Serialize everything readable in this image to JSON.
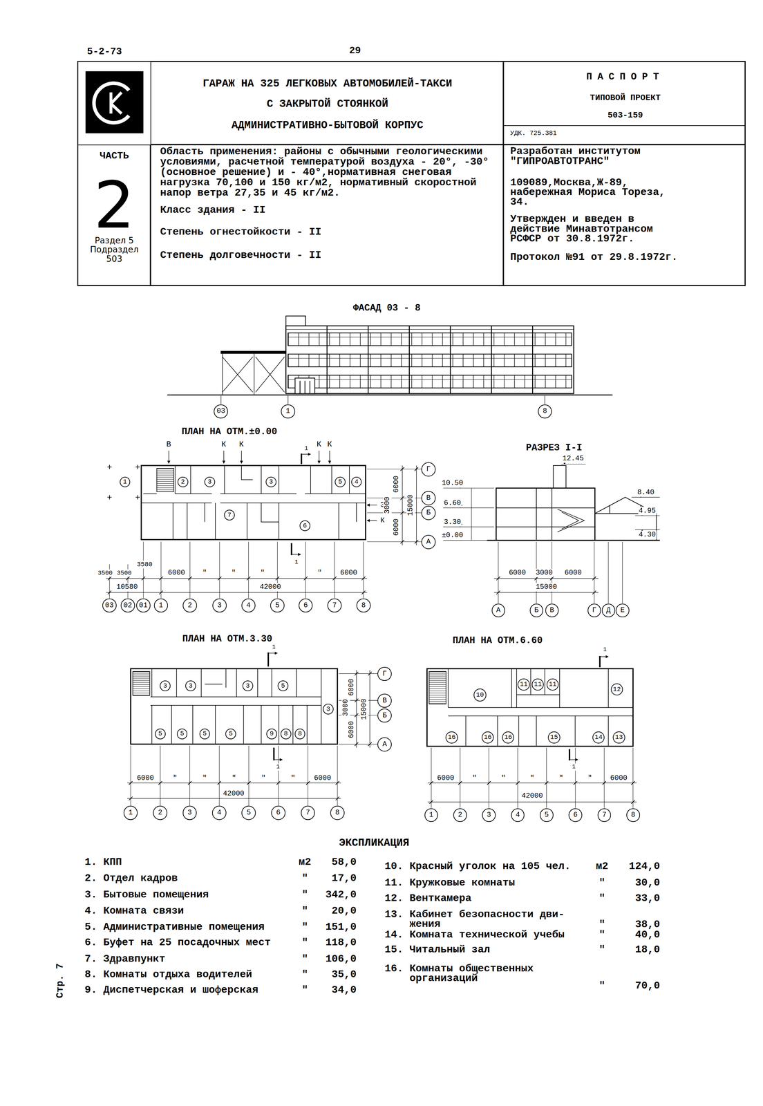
{
  "diagram": {
    "nodes": [
      {
        "text": [
          "ГАРАЖ НА 325 ЛЕГКОВЫХ АВТОМОБИЛЕЙ-ТАКСИ",
          "С ЗАКРЫТОЙ СТОЯНКОЙ",
          "АДМИНИСТРАТИВНО-БЫТОВОЙ КОРПУС"
        ]
      },
      {
        "text": [
          "ПАСПОРТ",
          "ТИПОВОЙ ПРОЕКТ",
          "503-159",
          "УДК. 725.381"
        ]
      },
      {
        "text": [
          "ЧАСТЬ",
          "2",
          "Раздел 5 Подраздел 503"
        ]
      },
      {
        "text": [
          "Область применения: районы с обычными геологическими условиями, расчетной температурой воздуха - 20°, -30° (основное решение) и - 40°,нормативная снеговая нагрузка 70,100 и 150 кг/м2, нормативный скоростной напор ветра 27,35 и 45 кг/м2.",
          "Класс здания - II",
          "Степень огнестойкости - II",
          "Степень долговечности - II"
        ]
      },
      {
        "text": [
          "Разработан институтом \"ГИПРОАВТОТРАНС\"",
          "109089,Москва,Ж-89, набережная Мориса Тореза, 34.",
          "Утвержден и введен в действие Минавтотрансом РСФСР от 30.8.1972г.",
          "Протокол №91 от 29.8.1972г."
        ]
      },
      {
        "text": [
          "03"
        ]
      },
      {
        "text": [
          "1"
        ]
      },
      {
        "text": [
          "8"
        ]
      },
      {
        "text": [
          "03"
        ]
      },
      {
        "text": [
          "02"
        ]
      },
      {
        "text": [
          "01"
        ]
      },
      {
        "text": [
          "1"
        ]
      },
      {
        "text": [
          "2"
        ]
      },
      {
        "text": [
          "3"
        ]
      },
      {
        "text": [
          "4"
        ]
      },
      {
        "text": [
          "5"
        ]
      },
      {
        "text": [
          "6"
        ]
      },
      {
        "text": [
          "7"
        ]
      },
      {
        "text": [
          "8"
        ]
      },
      {
        "text": [
          "Г"
        ]
      },
      {
        "text": [
          "В"
        ]
      },
      {
        "text": [
          "Б"
        ]
      },
      {
        "text": [
          "А"
        ]
      },
      {
        "text": [
          "1"
        ]
      },
      {
        "text": [
          "2"
        ]
      },
      {
        "text": [
          "3"
        ]
      },
      {
        "text": [
          "3"
        ]
      },
      {
        "text": [
          "5"
        ]
      },
      {
        "text": [
          "4"
        ]
      },
      {
        "text": [
          "7"
        ]
      },
      {
        "text": [
          "6"
        ]
      },
      {
        "text": [
          "А"
        ]
      },
      {
        "text": [
          "Б"
        ]
      },
      {
        "text": [
          "В"
        ]
      },
      {
        "text": [
          "Г"
        ]
      },
      {
        "text": [
          "Д"
        ]
      },
      {
        "text": [
          "Е"
        ]
      },
      {
        "text": [
          "3"
        ]
      },
      {
        "text": [
          "3"
        ]
      },
      {
        "text": [
          "3"
        ]
      },
      {
        "text": [
          "5"
        ]
      },
      {
        "text": [
          "3"
        ]
      },
      {
        "text": [
          "5"
        ]
      },
      {
        "text": [
          "5"
        ]
      },
      {
        "text": [
          "5"
        ]
      },
      {
        "text": [
          "5"
        ]
      },
      {
        "text": [
          "9"
        ]
      },
      {
        "text": [
          "8"
        ]
      },
      {
        "text": [
          "8"
        ]
      },
      {
        "text": [
          "Г"
        ]
      },
      {
        "text": [
          "В"
        ]
      },
      {
        "text": [
          "Б"
        ]
      },
      {
        "text": [
          "А"
        ]
      },
      {
        "text": [
          "1"
        ]
      },
      {
        "text": [
          "2"
        ]
      },
      {
        "text": [
          "3"
        ]
      },
      {
        "text": [
          "4"
        ]
      },
      {
        "text": [
          "5"
        ]
      },
      {
        "text": [
          "6"
        ]
      },
      {
        "text": [
          "7"
        ]
      },
      {
        "text": [
          "8"
        ]
      },
      {
        "text": [
          "10"
        ]
      },
      {
        "text": [
          "11"
        ]
      },
      {
        "text": [
          "11"
        ]
      },
      {
        "text": [
          "11"
        ]
      },
      {
        "text": [
          "12"
        ]
      },
      {
        "text": [
          "16"
        ]
      },
      {
        "text": [
          "16"
        ]
      },
      {
        "text": [
          "16"
        ]
      },
      {
        "text": [
          "15"
        ]
      },
      {
        "text": [
          "14"
        ]
      },
      {
        "text": [
          "13"
        ]
      },
      {
        "text": [
          "1"
        ]
      },
      {
        "text": [
          "2"
        ]
      },
      {
        "text": [
          "3"
        ]
      },
      {
        "text": [
          "4"
        ]
      },
      {
        "text": [
          "5"
        ]
      },
      {
        "text": [
          "6"
        ]
      },
      {
        "text": [
          "7"
        ]
      },
      {
        "text": [
          "8"
        ]
      }
    ],
    "labels": [
      "5-2-73",
      "29",
      "ФАСАД 03 - 8",
      "ПЛАН НА ОТМ.±0.00",
      "В",
      "К",
      "К",
      "1",
      "К",
      "К",
      "Э",
      "К",
      "3580",
      "3500",
      "3500",
      "6000",
      "\"",
      "\"",
      "\"",
      "1",
      "\"",
      "6000",
      "10580",
      "42000",
      "6000",
      "3000",
      "6000",
      "15000",
      "РАЗРЕЗ I-I",
      "10.50",
      "6.60",
      "3.30",
      "±0.00",
      "12.45",
      "8.40",
      "4.95",
      "4.30",
      "6000",
      "3000",
      "6000",
      "15000",
      "ПЛАН НА ОТМ.3.30",
      "1",
      "6000",
      "3000",
      "6000",
      "15000",
      "6000",
      "\"",
      "\"",
      "\"",
      "\"",
      "1",
      "\"",
      "6000",
      "42000",
      "ПЛАН НА ОТМ.6.60",
      "1",
      "6000",
      "\"",
      "\"",
      "\"",
      "\"",
      "1",
      "\"",
      "6000",
      "42000",
      "ЭКСПЛИКАЦИЯ",
      "1. КПП",
      "м2",
      "58,0",
      "2. Отдел кадров",
      "\"",
      "17,0",
      "3. Бытовые помещения",
      "\"",
      "342,0",
      "4. Комната связи",
      "\"",
      "20,0",
      "5. Административные помещения",
      "\"",
      "151,0",
      "6. Буфет на 25 посадочных мест",
      "\"",
      "118,0",
      "7. Здравпункт",
      "\"",
      "106,0",
      "8. Комнаты отдыха водителей",
      "\"",
      "35,0",
      "9. Диспетчерская и шоферская",
      "\"",
      "34,0",
      "10. Красный уголок на 105 чел.",
      "м2",
      "124,0",
      "11. Кружковые комнаты",
      "\"",
      "30,0",
      "12. Венткамера",
      "\"",
      "33,0",
      "13. Кабинет безопасности дви- жения",
      "\"",
      "38,0",
      "14. Комната технической учебы",
      "\"",
      "40,0",
      "15. Читальный зал",
      "\"",
      "18,0",
      "16. Комнаты общественных организаций",
      "\"",
      "70,0",
      "Стр. 7"
    ]
  }
}
